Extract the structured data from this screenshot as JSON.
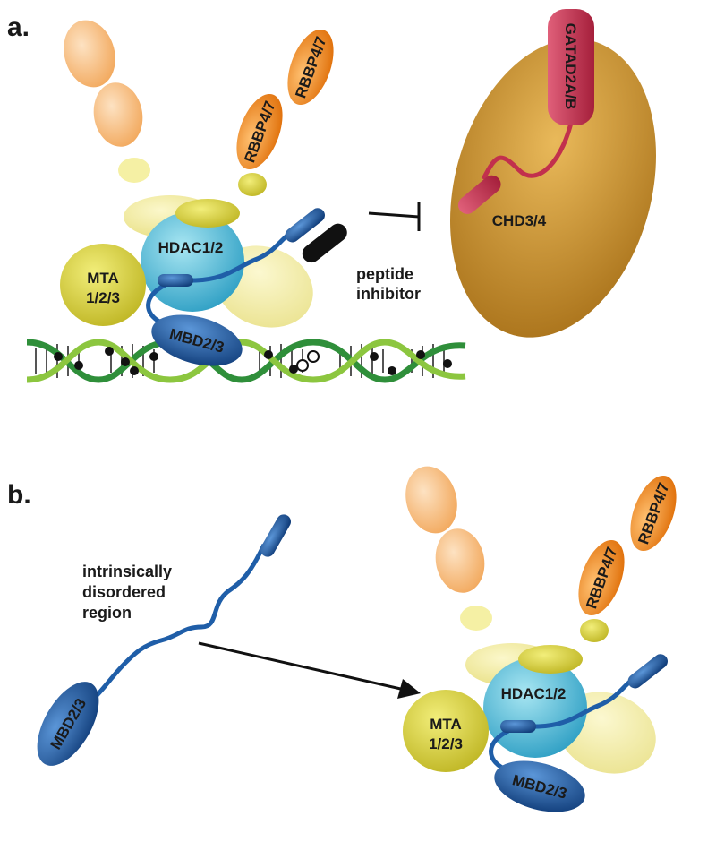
{
  "panels": {
    "a": {
      "label": "a.",
      "hdac": "HDAC1/2",
      "mta_line1": "MTA",
      "mta_line2": "1/2/3",
      "rbbp_upper": "RBBP4/7",
      "rbbp_lower": "RBBP4/7",
      "mbd": "MBD2/3",
      "inhibitor_line1": "peptide",
      "inhibitor_line2": "inhibitor",
      "chd": "CHD3/4",
      "gatad": "GATAD2A/B"
    },
    "b": {
      "label": "b.",
      "idr_line1": "intrinsically",
      "idr_line2": "disordered",
      "idr_line3": "region",
      "mbd_free": "MBD2/3",
      "hdac": "HDAC1/2",
      "mta_line1": "MTA",
      "mta_line2": "1/2/3",
      "rbbp_upper": "RBBP4/7",
      "rbbp_lower": "RBBP4/7",
      "mbd": "MBD2/3"
    }
  },
  "colors": {
    "rbbp_orange": "#f08a1e",
    "faded_orange": "#f7bd7e",
    "mta_yellow": "#d8d23e",
    "pale_yellow": "#f2ec9c",
    "hdac_cyan": "#5fc2dc",
    "mbd_blue": "#1f5ea8",
    "chd_gold": "#c8952a",
    "gatad_red": "#c2304d",
    "dna_green": "#2f8f3a"
  }
}
